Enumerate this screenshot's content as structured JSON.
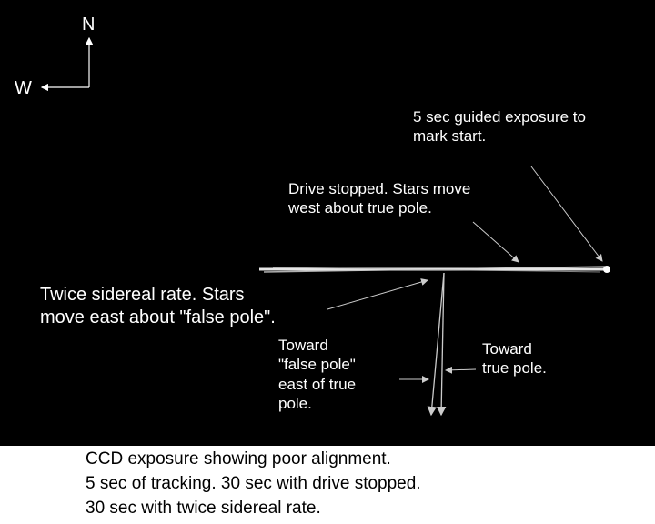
{
  "compass": {
    "north": "N",
    "west": "W"
  },
  "annotations": {
    "guided_exposure": "5 sec guided exposure to\nmark start.",
    "drive_stopped": "Drive stopped.  Stars move\nwest about true pole.",
    "twice_sidereal": "Twice sidereal rate.  Stars\n move east about \"false pole\".",
    "toward_false_pole": "Toward\n\"false pole\"\neast of true\npole.",
    "toward_true_pole": "Toward\ntrue pole."
  },
  "caption": {
    "line1": "CCD exposure showing poor alignment.",
    "line2": "5 sec of tracking.  30 sec with drive stopped.",
    "line3": "30 sec with twice sidereal rate."
  },
  "colors": {
    "background": "#000000",
    "text": "#ffffff",
    "caption_bg": "#ffffff"
  }
}
